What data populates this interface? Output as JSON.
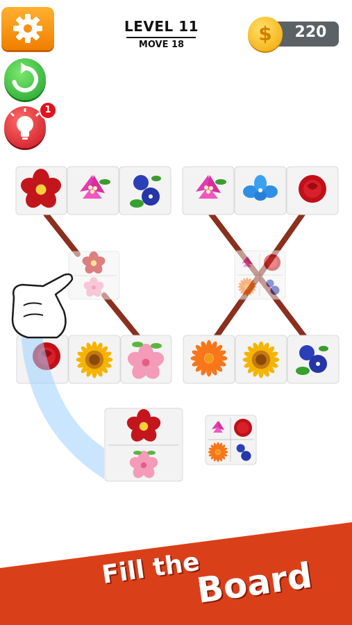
{
  "header": {
    "level_label": "LEVEL 11",
    "moves_label": "MOVE 18"
  },
  "coins": {
    "value": "220",
    "icon": "dollar-coin-icon",
    "symbol": "$"
  },
  "side_buttons": [
    {
      "name": "settings",
      "icon": "gear-icon"
    },
    {
      "name": "restart",
      "icon": "restart-arrow-icon"
    },
    {
      "name": "hint",
      "icon": "lightbulb-icon",
      "badge": "1"
    }
  ],
  "board": {
    "left_group": {
      "top_row": [
        "red-camellia",
        "pink-bougainvillea",
        "blue-morning-glory"
      ],
      "hub_tile": [
        "red-camellia",
        "pink-blossom"
      ],
      "bottom_row": [
        "red-rose",
        "sunflower",
        "pink-blossom"
      ]
    },
    "right_group": {
      "top_row": [
        "pink-bougainvillea",
        "blue-bellflower",
        "red-rose"
      ],
      "hub_tile": [
        "pink-bougainvillea",
        "red-rose",
        "orange-gerbera",
        "blue-morning-glory"
      ],
      "bottom_row": [
        "orange-gerbera",
        "sunflower",
        "blue-morning-glory"
      ]
    },
    "tray": {
      "large_tile": [
        "red-camellia",
        "pink-blossom"
      ],
      "small_tile": [
        "pink-bougainvillea",
        "red-rose",
        "orange-gerbera",
        "blue-morning-glory"
      ]
    }
  },
  "flower_colors": {
    "red-camellia": "#c3161c",
    "pink-bougainvillea": "#e23cae",
    "blue-morning-glory": "#2a3fb8",
    "blue-bellflower": "#2f8fe6",
    "red-rose": "#c10f18",
    "sunflower": "#f5b400",
    "pink-blossom": "#f39bb8",
    "orange-gerbera": "#f7761a"
  },
  "tutorial": {
    "hand_icon": "pointing-hand-icon"
  },
  "caption": {
    "line1": "Fill the",
    "line2": "Board"
  },
  "theme": {
    "connector_color": "#8b2f1e",
    "banner_color": "#d9401a"
  }
}
